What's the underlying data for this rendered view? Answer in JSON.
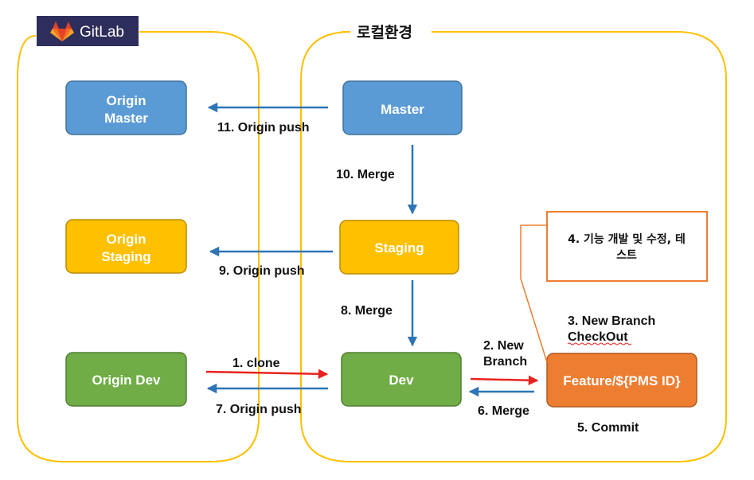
{
  "regions": {
    "gitlab": {
      "logo_text": "GitLab",
      "logo_icon": "gitlab-fox-icon",
      "logo_bg": "#2E2E5C"
    },
    "local": {
      "title": "로컬환경"
    }
  },
  "nodes": {
    "origin_master": {
      "line1": "Origin",
      "line2": "Master",
      "color": "#5B9BD5"
    },
    "origin_staging": {
      "line1": "Origin",
      "line2": "Staging",
      "color": "#FFC000"
    },
    "origin_dev": {
      "label": "Origin Dev",
      "color": "#70AD47"
    },
    "master": {
      "label": "Master",
      "color": "#5B9BD5"
    },
    "staging": {
      "label": "Staging",
      "color": "#FFC000"
    },
    "dev": {
      "label": "Dev",
      "color": "#70AD47"
    },
    "feature": {
      "label": "Feature/${PMS ID}",
      "color": "#ED7D31"
    }
  },
  "note": {
    "line1": "4. 기능 개발 및 수정, 테",
    "line2": "스트",
    "border_color": "#ED7D31"
  },
  "edges": {
    "origin_push_11": "11. Origin push",
    "merge_10": "10. Merge",
    "origin_push_9": "9. Origin push",
    "merge_8": "8. Merge",
    "clone_1": "1. clone",
    "origin_push_7": "7. Origin push",
    "new_branch_2_line1": "2. New",
    "new_branch_2_line2": "Branch",
    "merge_6": "6. Merge",
    "new_branch_checkout_3_line1": "3. New Branch",
    "new_branch_checkout_3_line2": "CheckOut",
    "commit_5": "5. Commit"
  },
  "colors": {
    "region_border": "#FFC000",
    "blue_arrow": "#2E75B6",
    "red_arrow": "#E8231F"
  }
}
